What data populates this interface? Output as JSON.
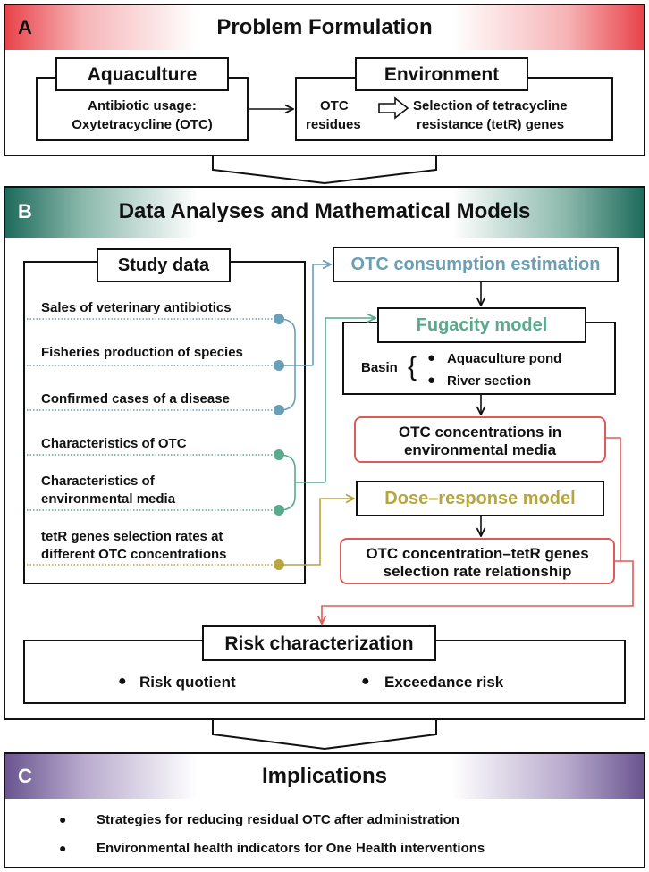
{
  "sectionA": {
    "letter": "A",
    "title": "Problem Formulation",
    "aquaculture": {
      "label": "Aquaculture",
      "line1": "Antibiotic usage:",
      "line2": "Oxytetracycline (OTC)"
    },
    "environment": {
      "label": "Environment",
      "otc1": "OTC",
      "otc2": "residues",
      "sel1": "Selection of tetracycline",
      "sel2": "resistance (tetR) genes"
    }
  },
  "sectionB": {
    "letter": "B",
    "title": "Data Analyses and Mathematical Models",
    "study_data": {
      "label": "Study data",
      "items": [
        "Sales of veterinary antibiotics",
        "Fisheries production of species",
        "Confirmed cases of a disease",
        "Characteristics of OTC",
        "Characteristics of",
        "environmental media",
        "tetR genes selection rates at",
        "different OTC concentrations"
      ]
    },
    "otc_consumption": "OTC consumption estimation",
    "fugacity": "Fugacity model",
    "basin": "Basin",
    "basin_items": [
      "Aquaculture pond",
      "River section"
    ],
    "otc_conc": {
      "line1": "OTC concentrations in",
      "line2": "environmental media"
    },
    "dose_response": "Dose–response model",
    "relationship": {
      "line1": "OTC concentration–tetR genes",
      "line2": "selection rate relationship"
    },
    "risk": {
      "label": "Risk characterization",
      "items": [
        "Risk quotient",
        "Exceedance risk"
      ]
    }
  },
  "sectionC": {
    "letter": "C",
    "title": "Implications",
    "items": [
      "Strategies for reducing residual OTC after administration",
      "Environmental health indicators for One Health interventions"
    ]
  },
  "colors": {
    "red": "#e8434a",
    "teal": "#1e6b5c",
    "purple": "#6a5590",
    "blue": "#6a9fb5",
    "green": "#5aaa8c",
    "olive": "#b8a53c",
    "pink": "#e05a5a"
  }
}
